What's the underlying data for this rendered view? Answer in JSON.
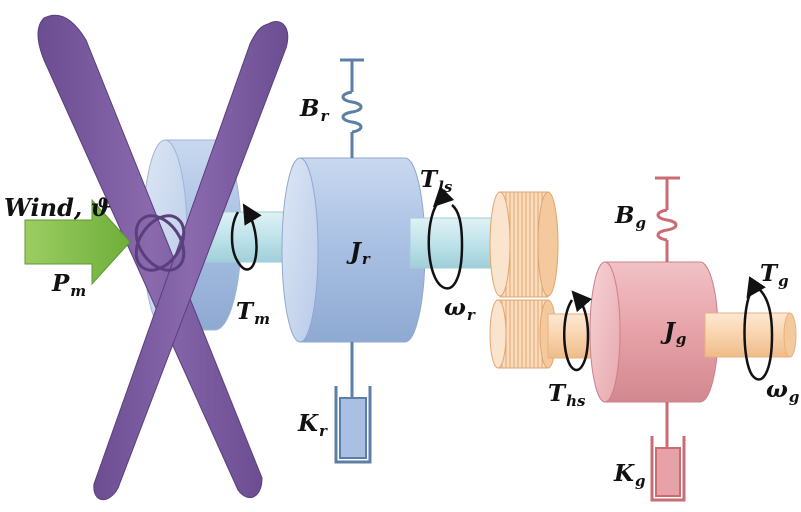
{
  "labels": {
    "wind": "Wind, ϑ",
    "pm": {
      "main": "P",
      "sub": "m"
    },
    "br": {
      "main": "B",
      "sub": "r"
    },
    "jr": {
      "main": "J",
      "sub": "r"
    },
    "tm": {
      "main": "T",
      "sub": "m"
    },
    "kr": {
      "main": "K",
      "sub": "r"
    },
    "tls": {
      "main": "T",
      "sub": "ls"
    },
    "wr": {
      "main": "ω",
      "sub": "r"
    },
    "bg": {
      "main": "B",
      "sub": "g"
    },
    "jg": {
      "main": "J",
      "sub": "g"
    },
    "tg": {
      "main": "T",
      "sub": "g"
    },
    "ths": {
      "main": "T",
      "sub": "hs"
    },
    "wg": {
      "main": "ω",
      "sub": "g"
    },
    "kg": {
      "main": "K",
      "sub": "g"
    }
  },
  "colors": {
    "blade": "#7a5a9e",
    "rotor_hub": "#aec3e0",
    "low_shaft": "#bfe3ea",
    "rotor_mass": "#a9c0e2",
    "gear": "#f6d2b0",
    "high_shaft": "#f8d4ad",
    "gen_mass": "#e6a2a8",
    "wind_arrow": "#7fbb45",
    "spring_rotor": "#5d7fa7",
    "spring_gen": "#c96c74"
  }
}
